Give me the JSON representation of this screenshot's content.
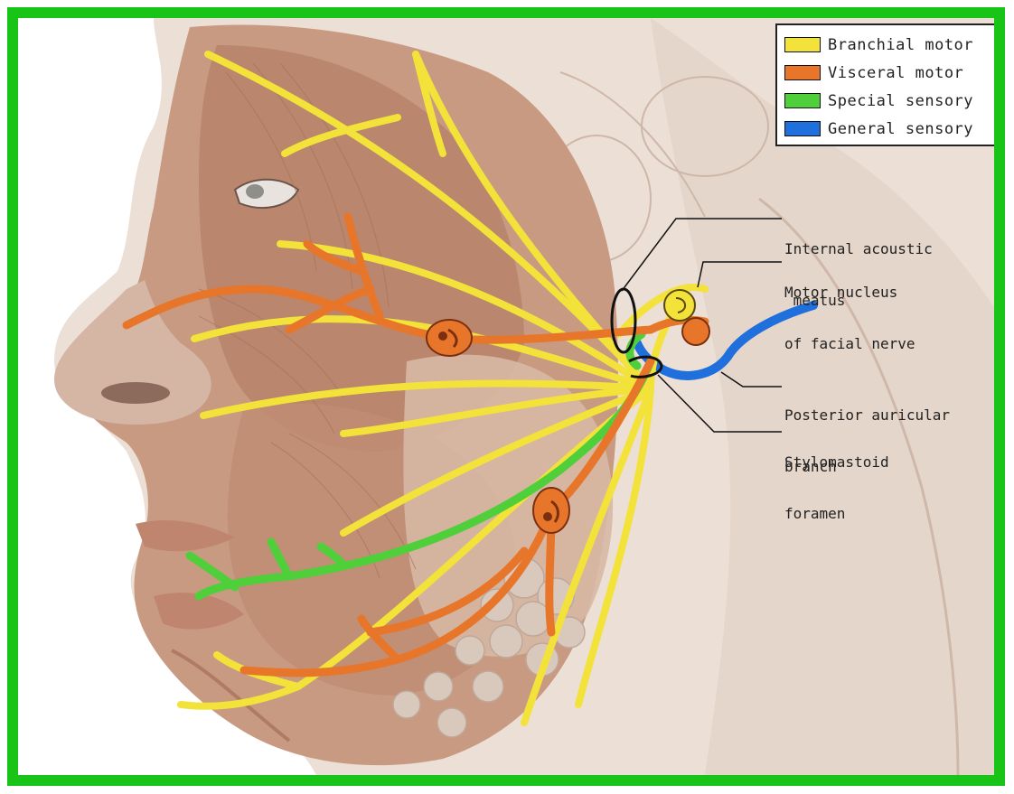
{
  "legend": {
    "items": [
      {
        "label": "Branchial motor",
        "color": "#f2e23a"
      },
      {
        "label": "Visceral motor",
        "color": "#e8762a"
      },
      {
        "label": "Special sensory",
        "color": "#4fcf3a"
      },
      {
        "label": "General sensory",
        "color": "#1f6fdc"
      }
    ]
  },
  "callouts": {
    "internal_acoustic_meatus": {
      "line1": "Internal acoustic",
      "line2": " meatus"
    },
    "motor_nucleus": {
      "line1": "Motor nucleus",
      "line2": "of facial nerve"
    },
    "posterior_auricular": {
      "line1": "Posterior auricular",
      "line2": "branch"
    },
    "stylomastoid": {
      "line1": "Stylomastoid",
      "line2": "foramen"
    }
  },
  "colors": {
    "frame_border": "#18c418",
    "branchial_motor": "#f2e23a",
    "visceral_motor": "#e8762a",
    "special_sensory": "#4fcf3a",
    "general_sensory": "#1f6fdc",
    "skin": "#c9a58f",
    "muscle": "#b47a5f",
    "background_head": "#e9ddd4"
  }
}
